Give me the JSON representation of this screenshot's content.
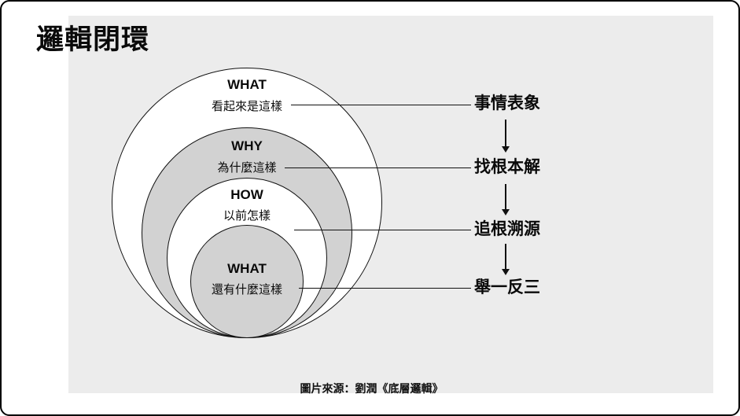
{
  "title": "邏輯閉環",
  "rings": [
    {
      "title": "WHAT",
      "subtitle": "看起來是這樣"
    },
    {
      "title": "WHY",
      "subtitle": "為什麼這樣"
    },
    {
      "title": "HOW",
      "subtitle": "以前怎樣"
    },
    {
      "title": "WHAT",
      "subtitle": "還有什麼這樣"
    }
  ],
  "annotations": [
    {
      "label": "事情表象"
    },
    {
      "label": "找根本解"
    },
    {
      "label": "追根溯源"
    },
    {
      "label": "舉一反三"
    }
  ],
  "caption": "圖片來源：劉潤《底層邏輯》",
  "colors": {
    "ring_gray": "#d2d2d2",
    "panel_gray": "#ececec",
    "line_black": "#111111"
  }
}
